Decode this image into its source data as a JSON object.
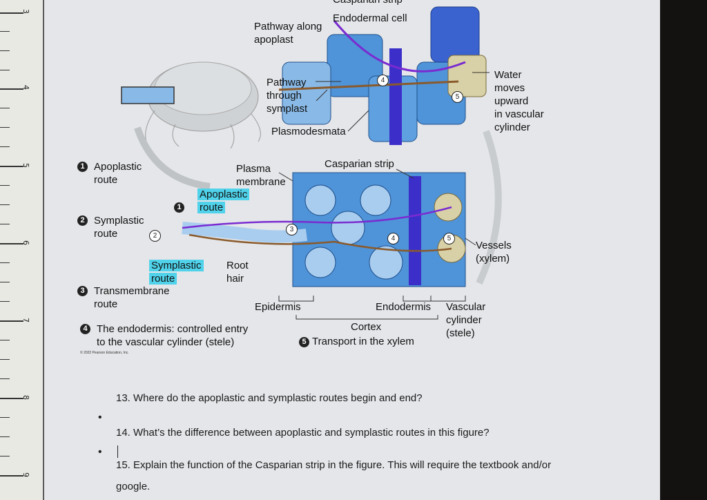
{
  "diagram": {
    "top_labels": {
      "casparian_strip_top": "Casparian strip",
      "endodermal_cell": "Endodermal cell",
      "pathway_apoplast_line1": "Pathway along",
      "pathway_apoplast_line2": "apoplast",
      "pathway_symplast_line1": "Pathway",
      "pathway_symplast_line2": "through",
      "pathway_symplast_line3": "symplast",
      "plasmodesmata": "Plasmodesmata",
      "water_line1": "Water",
      "water_line2": "moves",
      "water_line3": "upward",
      "water_line4": "in vascular",
      "water_line5": "cylinder"
    },
    "side_labels": {
      "apoplastic_route_line1": "Apoplastic",
      "apoplastic_route_line2": "route",
      "symplastic_route_line1": "Symplastic",
      "symplastic_route_line2": "route",
      "transmembrane_line1": "Transmembrane",
      "transmembrane_line2": "route",
      "endodermis_entry_line1": "The endodermis: controlled entry",
      "endodermis_entry_line2": "to the vascular cylinder (stele)",
      "transport_xylem": "Transport in the xylem",
      "copyright": "© 2022 Pearson Education, Inc."
    },
    "center_labels": {
      "plasma_line1": "Plasma",
      "plasma_line2": "membrane",
      "casparian_strip_mid": "Casparian strip",
      "apoplastic_line1": "Apoplastic",
      "apoplastic_line2": "route",
      "symplastic_line1": "Symplastic",
      "symplastic_line2": "route",
      "root_line1": "Root",
      "root_line2": "hair",
      "vessels_line1": "Vessels",
      "vessels_line2": "(xylem)",
      "epidermis": "Epidermis",
      "endodermis": "Endodermis",
      "cortex": "Cortex",
      "vascular_line1": "Vascular",
      "vascular_line2": "cylinder",
      "vascular_line3": "(stele)"
    },
    "numbers": [
      "1",
      "2",
      "3",
      "4",
      "5"
    ]
  },
  "questions": {
    "q13": "13. Where do the apoplastic and symplastic routes begin and end?",
    "q14": "14. What’s the difference between apoplastic and symplastic routes in this figure?",
    "q15_line1": "15. Explain the function of the Casparian strip in the figure. This will require the textbook and/or",
    "q15_line2": "google."
  },
  "ruler": {
    "numbers": [
      "3",
      "4",
      "5",
      "6",
      "7",
      "8",
      "9"
    ]
  },
  "colors": {
    "cell_blue": "#4f93d8",
    "cell_light": "#a9cdef",
    "casparian": "#3c2fc9",
    "apoplast_path": "#7a2bd1",
    "symplast_path": "#8a5a2b",
    "highlight": "#4fd2ea"
  }
}
